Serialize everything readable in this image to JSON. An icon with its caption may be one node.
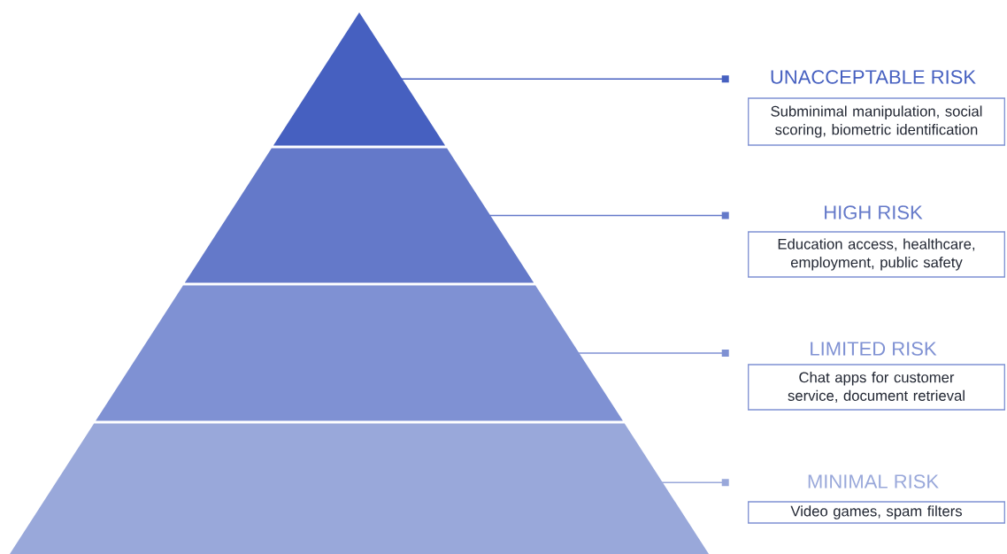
{
  "diagram": {
    "nodes": [
      {
        "text": [],
        "shape": "triangle"
      },
      {
        "text": [],
        "shape": "trapezoid"
      },
      {
        "text": [],
        "shape": "trapezoid"
      },
      {
        "text": [],
        "shape": "trapezoid"
      },
      {
        "text": [
          "UNACCEPTABLE RISK",
          "Subminimal manipulation, social scoring, biometric identification"
        ]
      },
      {
        "text": [
          "HIGH RISK",
          "Education access, healthcare, employment, public safety"
        ]
      },
      {
        "text": [
          "LIMITED RISK",
          "Chat apps for customer service, document retrieval"
        ]
      },
      {
        "text": [
          "MINIMAL RISK",
          "Video games, spam filters"
        ]
      }
    ],
    "edges": [
      {
        "from": 0,
        "to": 4,
        "arrow": "other",
        "color": "#4660c0"
      },
      {
        "from": 1,
        "to": 5,
        "arrow": "other",
        "color": "#6479c9"
      },
      {
        "from": 2,
        "to": 6,
        "arrow": "other",
        "color": "#7f91d3"
      },
      {
        "from": 3,
        "to": 7,
        "arrow": "other",
        "color": "#99a8da"
      }
    ]
  }
}
